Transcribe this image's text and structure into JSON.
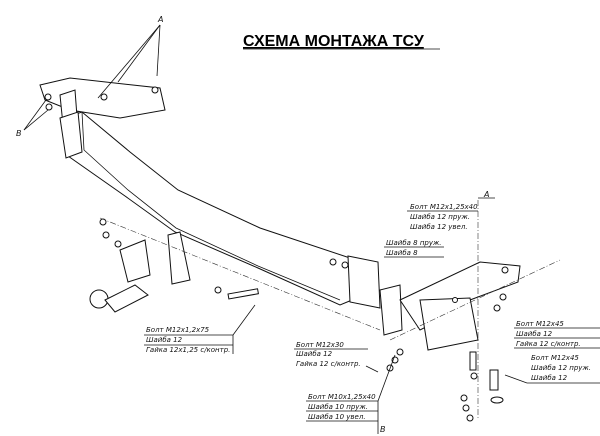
{
  "title": "СХЕМА МОНТАЖА ТСУ",
  "markers": {
    "a_top": "A",
    "b_left": "B",
    "a_right": "A",
    "b_bottom": "B"
  },
  "callouts": {
    "bolt_m12_40": [
      "Болт М12х1,25х40",
      "Шайба 12 пруж.",
      "Шайба 12 увел."
    ],
    "washer_8": [
      "Шайба 8 пруж.",
      "Шайба 8"
    ],
    "bolt_m12_45_a": [
      "Болт М12х45",
      "Шайба 12",
      "Гайка 12 с/контр."
    ],
    "bolt_m12_45_b": [
      "Болт М12х45",
      "Шайба 12 пруж.",
      "Шайба 12"
    ],
    "bolt_m12_75": [
      "Болт М12х1,2х75",
      "Шайба 12",
      "Гайка 12х1,25 с/контр."
    ],
    "bolt_m12_30": [
      "Болт М12х30",
      "Шайба 12",
      "Гайка 12 с/контр."
    ],
    "bolt_m10_40": [
      "Болт М10х1,25х40",
      "Шайба 10 пруж.",
      "Шайба 10 увел."
    ]
  }
}
